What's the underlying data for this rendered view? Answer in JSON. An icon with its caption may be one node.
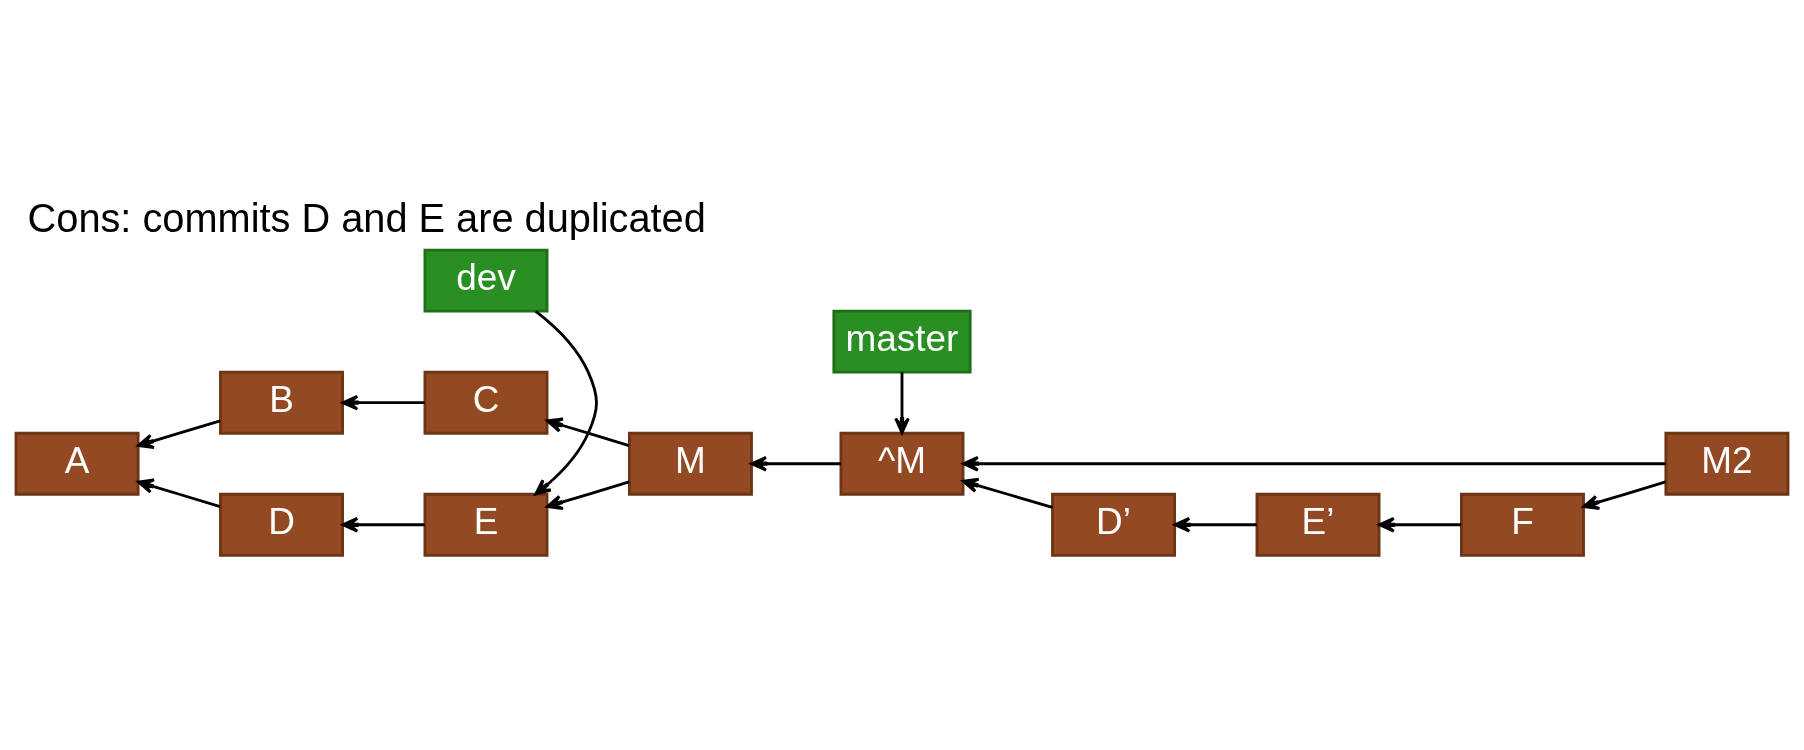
{
  "diagram": {
    "title": "Cons: commits D and E are duplicated",
    "nodes": [
      {
        "text": [
          "A"
        ]
      },
      {
        "text": [
          "B"
        ]
      },
      {
        "text": [
          "C"
        ]
      },
      {
        "text": [
          "M"
        ]
      },
      {
        "text": [
          "^M"
        ]
      },
      {
        "text": [
          "M2"
        ]
      },
      {
        "text": [
          "D"
        ]
      },
      {
        "text": [
          "E"
        ]
      },
      {
        "text": [
          "D’"
        ]
      },
      {
        "text": [
          "E’"
        ]
      },
      {
        "text": [
          "F"
        ]
      },
      {
        "text": [
          "master"
        ]
      },
      {
        "text": [
          "dev"
        ]
      }
    ],
    "edges": [
      {
        "from": 1,
        "to": 0,
        "arrow": "to"
      },
      {
        "from": 2,
        "to": 1,
        "arrow": "to"
      },
      {
        "from": 3,
        "to": 2,
        "arrow": "to"
      },
      {
        "from": 4,
        "to": 3,
        "arrow": "to"
      },
      {
        "from": 5,
        "to": 4,
        "arrow": "to"
      },
      {
        "from": 6,
        "to": 0,
        "arrow": "to"
      },
      {
        "from": 7,
        "to": 6,
        "arrow": "to"
      },
      {
        "from": 3,
        "to": 7,
        "arrow": "to"
      },
      {
        "from": 8,
        "to": 4,
        "arrow": "to"
      },
      {
        "from": 9,
        "to": 8,
        "arrow": "to"
      },
      {
        "from": 10,
        "to": 9,
        "arrow": "to"
      },
      {
        "from": 5,
        "to": 10,
        "arrow": "to"
      },
      {
        "from": 11,
        "to": 4,
        "arrow": "to"
      },
      {
        "from": 12,
        "to": 7,
        "arrow": "to"
      }
    ]
  }
}
